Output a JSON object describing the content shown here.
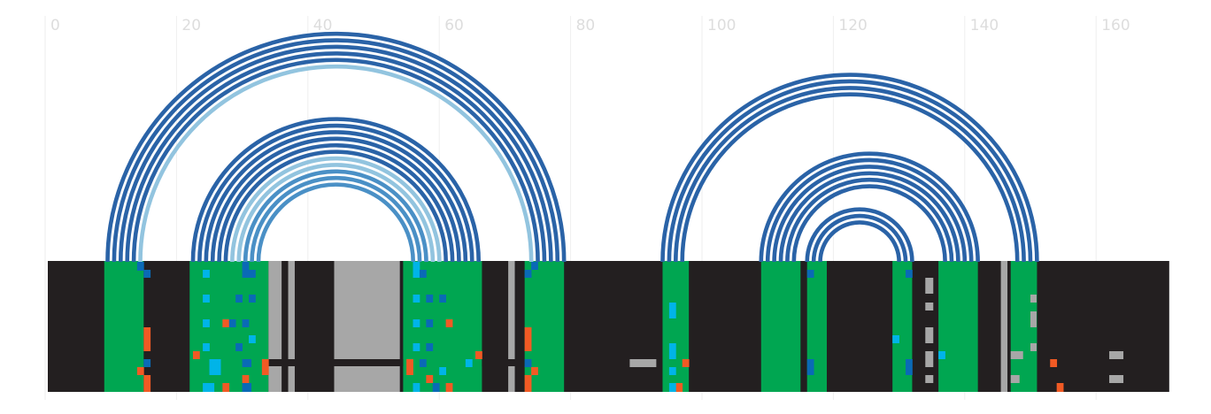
{
  "axis": {
    "ticks": [
      "0",
      "20",
      "40",
      "60",
      "80",
      "100",
      "120",
      "140",
      "160"
    ],
    "tick_values": [
      0,
      20,
      40,
      60,
      80,
      100,
      120,
      140,
      160
    ],
    "range": [
      0,
      172
    ]
  },
  "colors": {
    "background": "#231f20",
    "green": "#00a651",
    "grey": "#a7a7a7",
    "arc_dark": "#2a63a7",
    "arc_light": "#92c4df",
    "arc_mid": "#4a90c6",
    "blue": "#0a6ab6",
    "cyan": "#00b4e8",
    "orange": "#f15a24"
  },
  "structure": {
    "strand_positions": [
      0,
      171
    ],
    "green_regions": [
      [
        9,
        15
      ],
      [
        22,
        34
      ],
      [
        54.5,
        66.5
      ],
      [
        73,
        79
      ],
      [
        94,
        98
      ],
      [
        109,
        115
      ],
      [
        116,
        119
      ],
      [
        129,
        132
      ],
      [
        136,
        142
      ],
      [
        147,
        151
      ]
    ],
    "grey_regions": [
      [
        34,
        36
      ],
      [
        37,
        38
      ],
      [
        44,
        54
      ],
      [
        70.5,
        71.5
      ],
      [
        145.5,
        146.5
      ]
    ],
    "arc_groups": [
      {
        "left": [
          9.5,
          15
        ],
        "right": [
          73,
          79
        ],
        "styles": [
          "dark",
          "dark",
          "dark",
          "dark",
          "dark",
          "light"
        ]
      },
      {
        "left": [
          22.5,
          34
        ],
        "right": [
          54.5,
          66
        ],
        "styles": [
          "dark",
          "dark",
          "dark",
          "dark",
          "dark",
          "dark",
          "light",
          "light",
          "mid",
          "mid",
          "mid"
        ]
      },
      {
        "left": [
          94,
          98
        ],
        "right": [
          147,
          151
        ],
        "styles": [
          "dark",
          "dark",
          "dark",
          "dark"
        ]
      },
      {
        "left": [
          109,
          115
        ],
        "right": [
          136,
          142
        ],
        "styles": [
          "dark",
          "dark",
          "dark",
          "dark",
          "dark",
          "dark"
        ]
      },
      {
        "left": [
          116,
          119
        ],
        "right": [
          129,
          132
        ],
        "styles": [
          "dark",
          "dark",
          "dark"
        ]
      }
    ]
  }
}
